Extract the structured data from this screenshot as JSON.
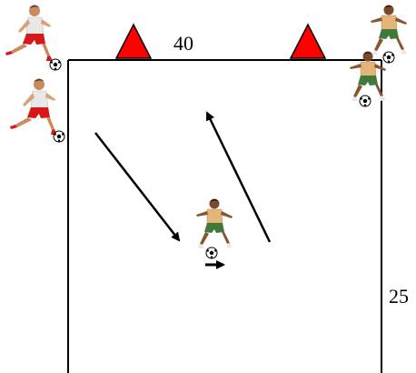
{
  "field": {
    "width_label": "40",
    "height_label": "25",
    "line_color": "#000000",
    "cone_color": "#ff0000"
  },
  "players": [
    {
      "name": "white-kit-player",
      "kit": "white-red",
      "count": 2
    },
    {
      "name": "green-kit-player",
      "kit": "tan-green",
      "count": 3
    }
  ],
  "icons": {
    "cone": "cone-icon",
    "ball": "ball-icon",
    "arrow": "arrow-icon"
  }
}
